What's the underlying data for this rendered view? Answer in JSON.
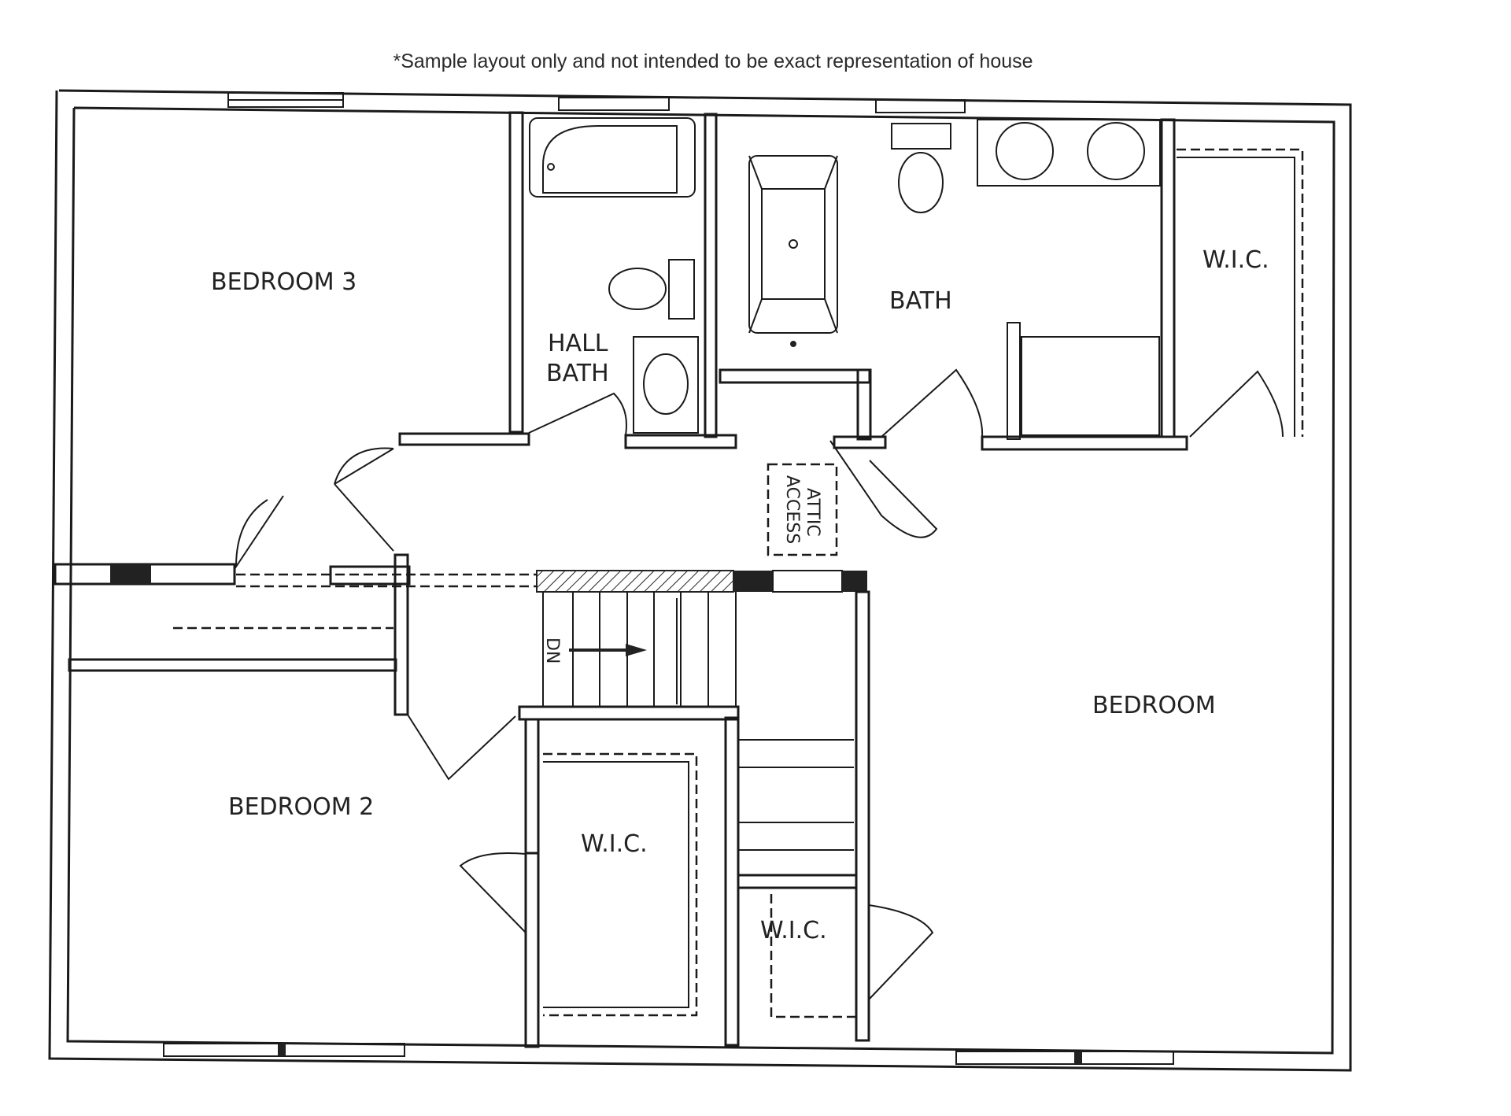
{
  "disclaimer": "*Sample layout only and not intended to be exact representation of house",
  "rooms": {
    "bedroom3": "BEDROOM 3",
    "hall_bath_1": "HALL",
    "hall_bath_2": "BATH",
    "bath": "BATH",
    "wic_master": "W.I.C.",
    "bedroom": "BEDROOM",
    "bedroom2": "BEDROOM 2",
    "wic_bedroom2": "W.I.C.",
    "wic_small": "W.I.C.",
    "attic_1": "ATTIC",
    "attic_2": "ACCESS",
    "stairs_dn": "DN"
  },
  "colors": {
    "line": "#1a1a1a",
    "background": "#ffffff"
  }
}
